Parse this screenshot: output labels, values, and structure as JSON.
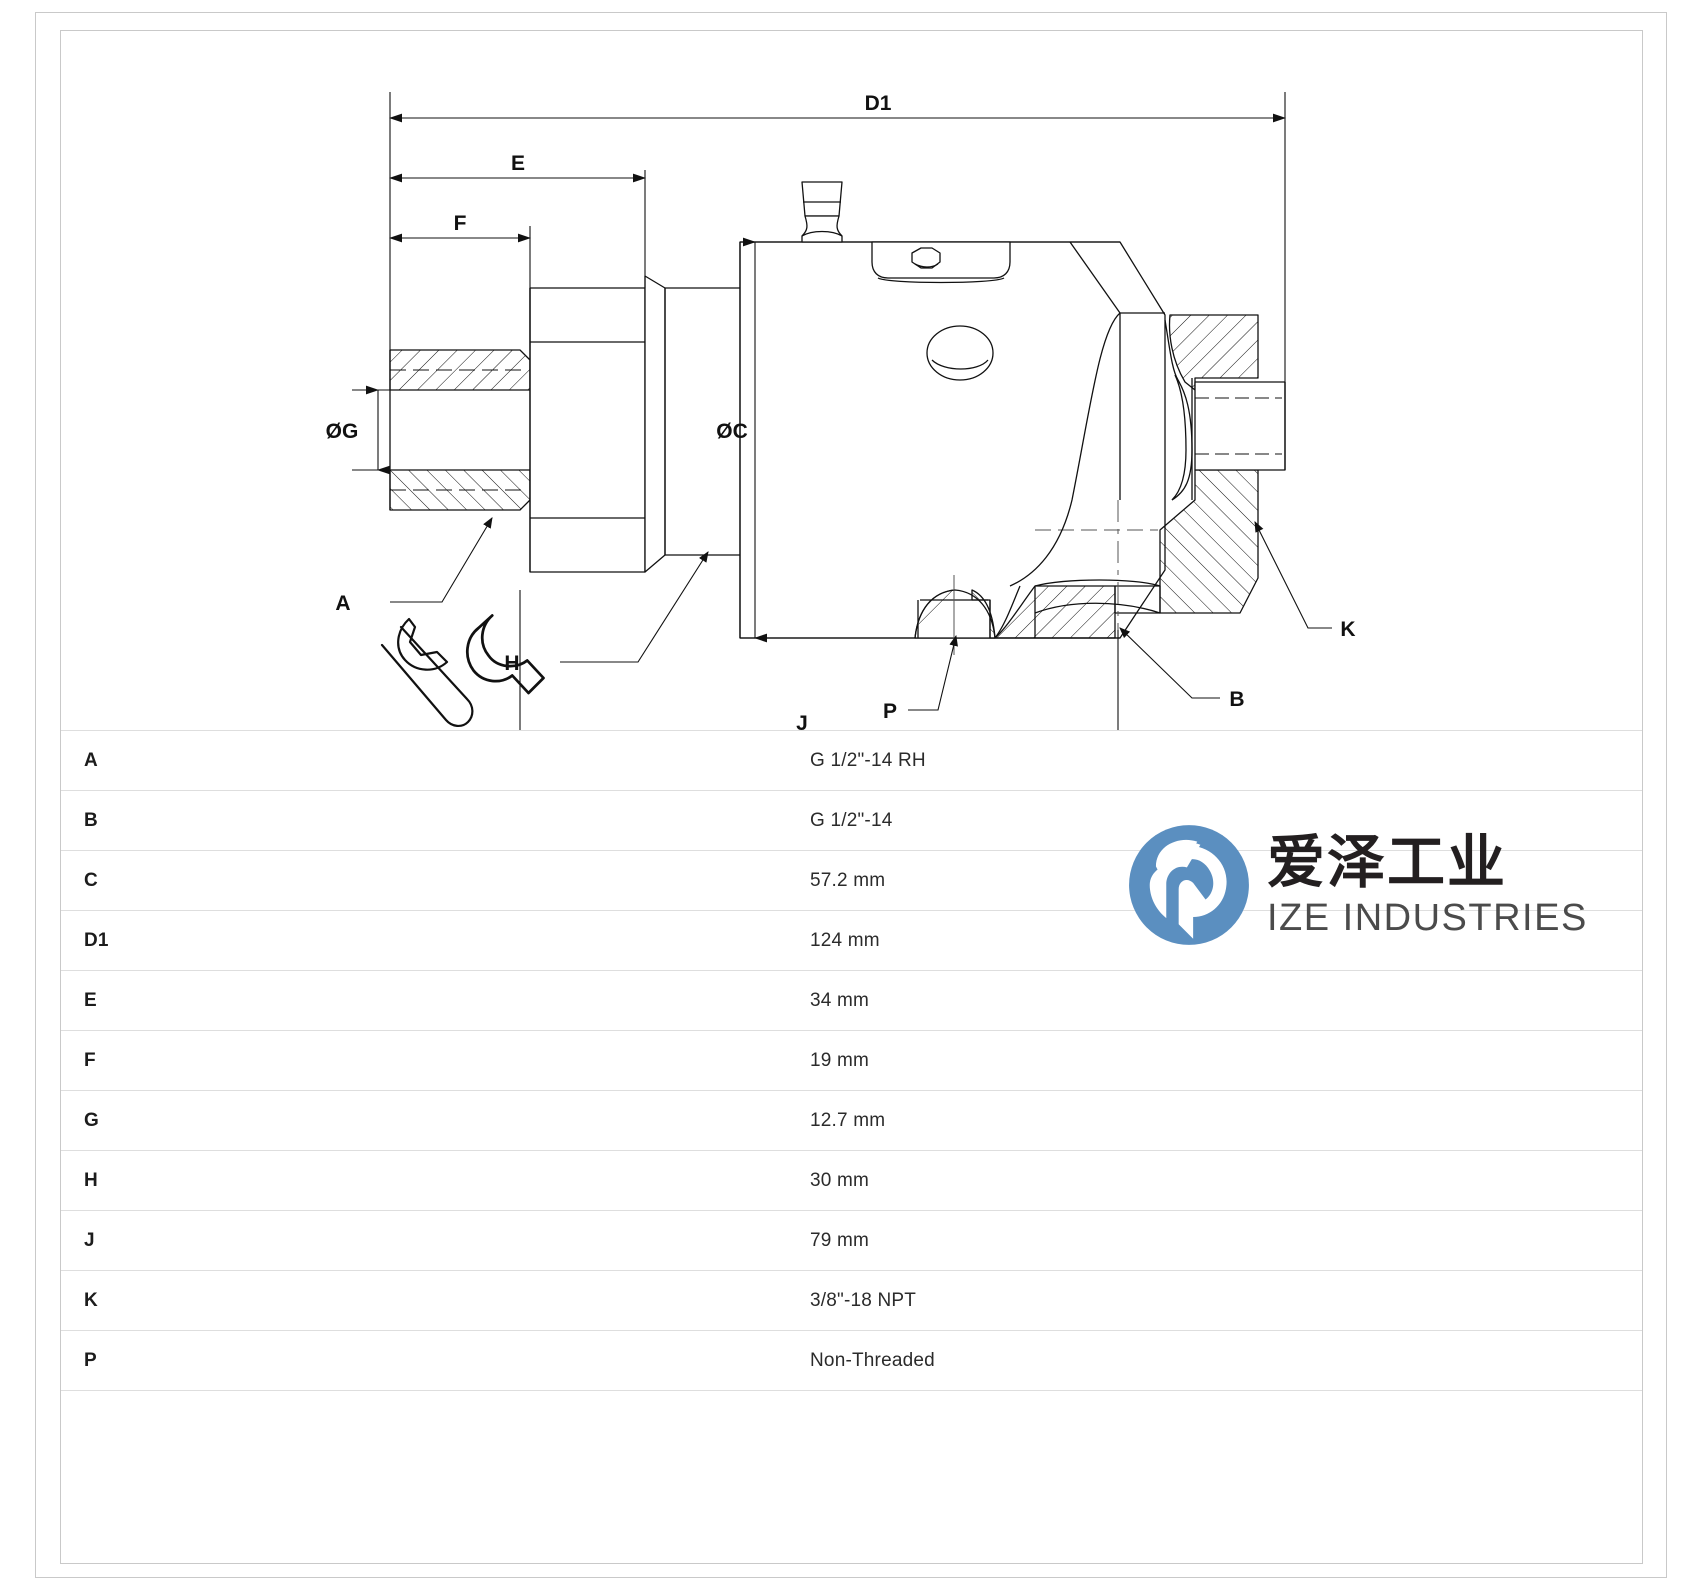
{
  "drawing": {
    "title": "technical-cross-section-drawing",
    "dimension_labels": {
      "d1": "D1",
      "e": "E",
      "f": "F",
      "g": "ØG",
      "c": "ØC",
      "j": "J"
    },
    "callout_labels": {
      "a": "A",
      "b": "B",
      "h": "H",
      "k": "K",
      "p": "P"
    },
    "icons": {
      "wrench": "wrench-icon"
    }
  },
  "spec_table": {
    "rows": [
      {
        "key": "A",
        "value": "G 1/2\"-14 RH"
      },
      {
        "key": "B",
        "value": "G 1/2\"-14"
      },
      {
        "key": "C",
        "value": "57.2 mm"
      },
      {
        "key": "D1",
        "value": "124 mm"
      },
      {
        "key": "E",
        "value": "34 mm"
      },
      {
        "key": "F",
        "value": "19 mm"
      },
      {
        "key": "G",
        "value": "12.7 mm"
      },
      {
        "key": "H",
        "value": "30 mm"
      },
      {
        "key": "J",
        "value": "79 mm"
      },
      {
        "key": "K",
        "value": "3/8\"-18 NPT"
      },
      {
        "key": "P",
        "value": "Non-Threaded"
      }
    ]
  },
  "logo": {
    "mark_name": "ize-industries-logo-mark",
    "chinese_name": "爱泽工业",
    "english_name": "IZE INDUSTRIES",
    "brand_color": "#5b8fc0",
    "text_color": "#231f20"
  }
}
